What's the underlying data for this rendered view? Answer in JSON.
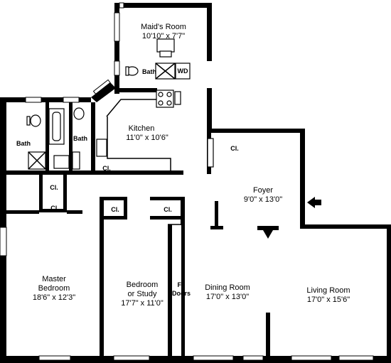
{
  "rooms": {
    "maids_room": {
      "name": "Maid's Room",
      "size": "10'10\" x 7'7\""
    },
    "kitchen": {
      "name": "Kitchen",
      "size": "11'0\" x 10'6\""
    },
    "foyer": {
      "name": "Foyer",
      "size": "9'0\" x 13'0\""
    },
    "master_bedroom": {
      "name_1": "Master",
      "name_2": "Bedroom",
      "size": "18'6\" x 12'3\""
    },
    "bedroom_study": {
      "name_1": "Bedroom",
      "name_2": "or Study",
      "size": "17'7\" x 11'0\""
    },
    "dining_room": {
      "name": "Dining Room",
      "size": "17'0\" x 13'0\""
    },
    "living_room": {
      "name": "Living Room",
      "size": "17'0\" x 15'6\""
    }
  },
  "small_labels": {
    "maid_bath": "Bath",
    "wd": "WD",
    "bath_left": "Bath",
    "bath_right": "Bath",
    "closet": "Cl.",
    "french_doors_1": "Fr.",
    "french_doors_2": "Doors"
  }
}
